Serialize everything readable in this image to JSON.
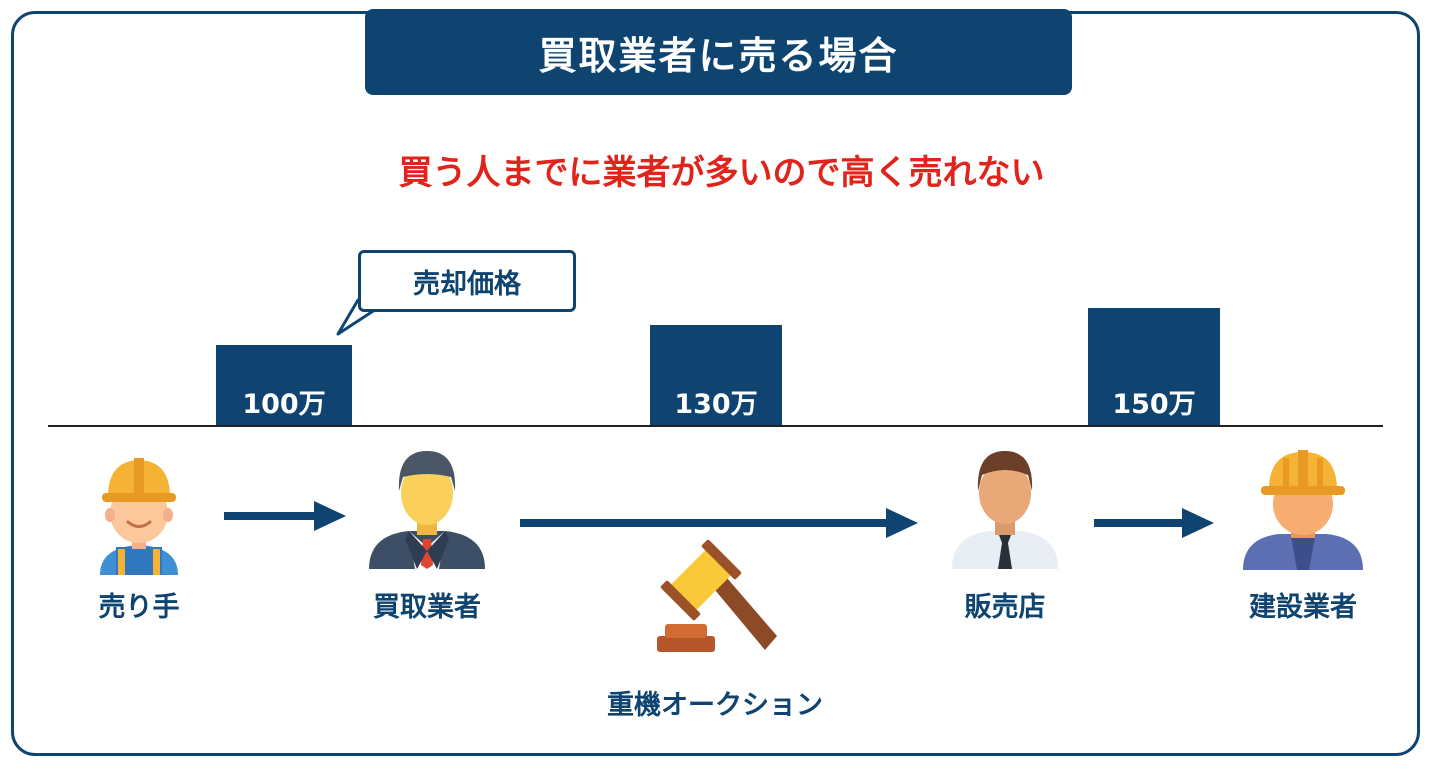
{
  "title": "買取業者に売る場合",
  "subtitle": "買う人までに業者が多いので高く売れない",
  "callout": "売却価格",
  "prices": [
    {
      "label": "100万",
      "value": 100
    },
    {
      "label": "130万",
      "value": 130
    },
    {
      "label": "150万",
      "value": 150
    }
  ],
  "actors": {
    "seller": "売り手",
    "buyer": "買取業者",
    "dealer": "販売店",
    "contractor": "建設業者"
  },
  "auction": "重機オークション",
  "colors": {
    "primary": "#0f4470",
    "accent": "#e0231b",
    "helmet": "#f5b335",
    "skin": "#fbc79b",
    "gavel": "#f9c93a"
  },
  "icons": [
    "seller-worker-icon",
    "buyer-businessman-icon",
    "dealer-salesman-icon",
    "contractor-worker-icon",
    "gavel-icon"
  ]
}
